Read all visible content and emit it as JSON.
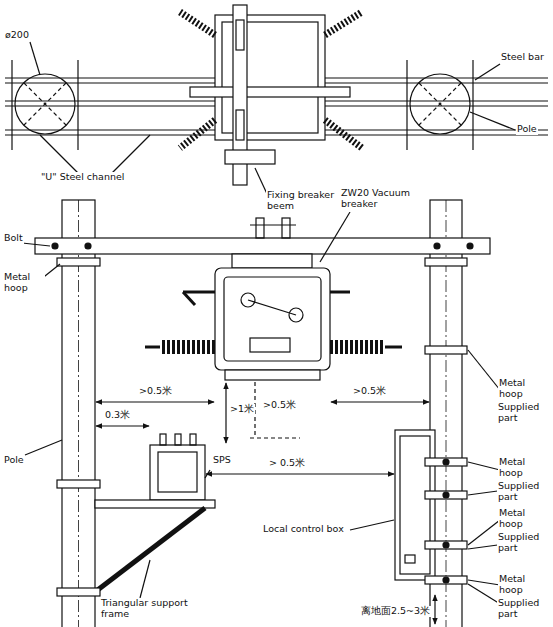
{
  "diagram": {
    "labels": [
      "ø200",
      "Steel bar",
      "Pole",
      "\"U\" Steel channel",
      "Fixing breaker beem",
      "Bolt",
      "ZW20 Vacuum breaker",
      "Metal hoop",
      "Pole",
      ">0.5米",
      ">0.5米",
      ">0.5米",
      ">1米",
      "0.3米",
      "SPS",
      "> 0.5米",
      "Local control box",
      "Metal hoop",
      "Supplied part",
      "Metal hoop",
      "Supplied part",
      "Metal hoop",
      "Supplied part",
      "Metal hoop",
      "Supplied part",
      "Triangular support frame",
      "离地面2.5~3米"
    ]
  }
}
